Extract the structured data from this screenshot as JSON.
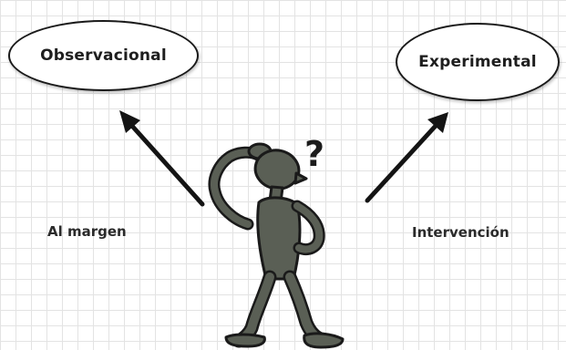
{
  "nodes": {
    "left": {
      "label": "Observacional"
    },
    "right": {
      "label": "Experimental"
    }
  },
  "edges": {
    "left": {
      "label": "Al margen"
    },
    "right": {
      "label": "Intervención"
    }
  },
  "figure": {
    "symbol": "?",
    "icon": "thinking-person-icon",
    "colors": {
      "figure_fill": "#5a5f55",
      "outline": "#1a1a1a",
      "grid": "#e3e3e3"
    }
  }
}
